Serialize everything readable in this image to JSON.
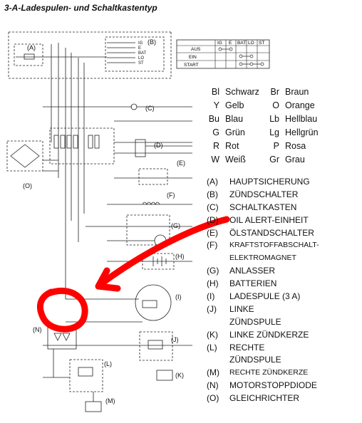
{
  "title": "3-A-Ladespulen- und Schaltkastentyp",
  "switch_table": {
    "headers": [
      "IG",
      "E",
      "BAT",
      "LO",
      "ST"
    ],
    "rows": [
      "AUS",
      "EIN",
      "START"
    ]
  },
  "colors": [
    [
      "Bl",
      "Schwarz",
      "Br",
      "Braun"
    ],
    [
      "Y",
      "Gelb",
      "O",
      "Orange"
    ],
    [
      "Bu",
      "Blau",
      "Lb",
      "Hellblau"
    ],
    [
      "G",
      "Grün",
      "Lg",
      "Hellgrün"
    ],
    [
      "R",
      "Rot",
      "P",
      "Rosa"
    ],
    [
      "W",
      "Weiß",
      "Gr",
      "Grau"
    ]
  ],
  "legend": [
    {
      "key": "(A)",
      "text": "HAUPTSICHERUNG"
    },
    {
      "key": "(B)",
      "text": "ZÜNDSCHALTER"
    },
    {
      "key": "(C)",
      "text": "SCHALTKASTEN"
    },
    {
      "key": "(D)",
      "text": "OIL ALERT-EINHEIT"
    },
    {
      "key": "(E)",
      "text": "ÖLSTANDSCHALTER"
    },
    {
      "key": "(F)",
      "text": "KRAFTSTOFFABSCHALT-",
      "small": true
    },
    {
      "key": "",
      "text": "ELEKTROMAGNET",
      "small": true
    },
    {
      "key": "(G)",
      "text": "ANLASSER"
    },
    {
      "key": "(H)",
      "text": "BATTERIEN"
    },
    {
      "key": "(I)",
      "text": "LADESPULE (3 A)"
    },
    {
      "key": "(J)",
      "text": "LINKE"
    },
    {
      "key": "",
      "text": "ZÜNDSPULE"
    },
    {
      "key": "(K)",
      "text": "LINKE ZÜNDKERZE"
    },
    {
      "key": "(L)",
      "text": "RECHTE"
    },
    {
      "key": "",
      "text": "ZÜNDSPULE"
    },
    {
      "key": "(M)",
      "text": "RECHTE ZÜNDKERZE",
      "small": true
    },
    {
      "key": "(N)",
      "text": "MOTORSTOPPDIODE"
    },
    {
      "key": "(O)",
      "text": "GLEICHRICHTER"
    }
  ],
  "labels": {
    "A": "(A)",
    "B": "(B)",
    "C": "(C)",
    "D": "(D)",
    "E": "(E)",
    "F": "(F)",
    "G": "(G)",
    "H": "(H)",
    "I": "(I)",
    "J": "(J)",
    "K": "(K)",
    "L": "(L)",
    "M": "(M)",
    "N": "(N)",
    "O": "(O)"
  },
  "switch_terminals": [
    "IG",
    "E",
    "BAT",
    "LO",
    "ST"
  ],
  "accent_color": "#ff0000"
}
